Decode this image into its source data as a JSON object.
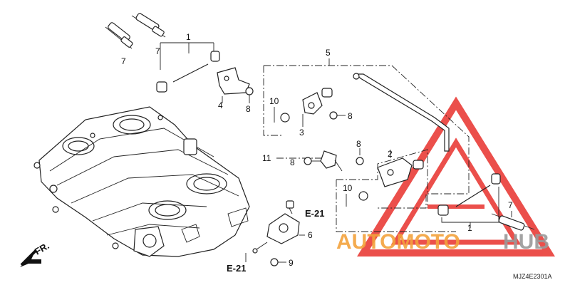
{
  "diagram": {
    "callouts": {
      "c1_top": "1",
      "c1_bottom": "1",
      "c2": "2",
      "c3": "3",
      "c4": "4",
      "c5": "5",
      "c6": "6",
      "c7_a": "7",
      "c7_b": "7",
      "c7_c": "7",
      "c8_a": "8",
      "c8_b": "8",
      "c8_c": "8",
      "c8_d": "8",
      "c9": "9",
      "c10_a": "10",
      "c10_b": "10",
      "c11": "11"
    },
    "references": {
      "e21_right": "E-21",
      "e21_left": "E-21"
    },
    "front_indicator": "FR.",
    "diagram_code": "MJZ4E2301A"
  },
  "watermark": {
    "text_left": "AUTOMOTO",
    "text_right": "HUB",
    "color_primary": "#f3a23c",
    "color_secondary": "#9a9a9a",
    "color_triangle": "#e8312c"
  }
}
